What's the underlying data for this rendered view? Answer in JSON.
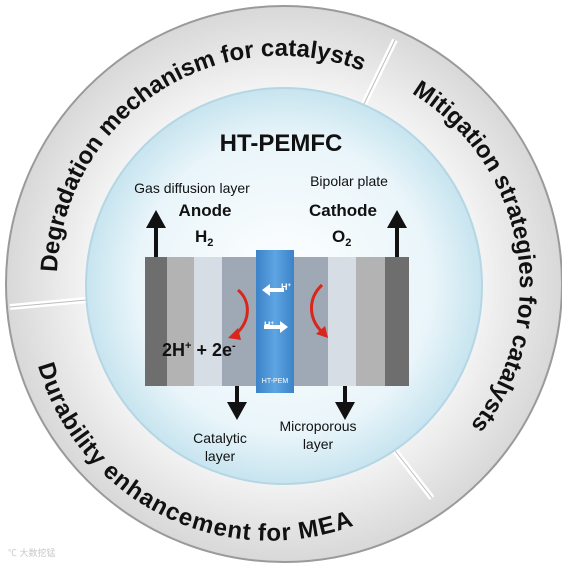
{
  "ring": {
    "top_left": "Degradation mechanism for catalysts",
    "right": "Mitigation strategies for catalysts",
    "bottom_left": "Durability enhancement for MEA"
  },
  "center": {
    "title": "HT-PEMFC",
    "gas_diffusion_layer": "Gas diffusion layer",
    "bipolar_plate": "Bipolar plate",
    "anode": "Anode",
    "cathode": "Cathode",
    "h2": "H",
    "h2_sub": "2",
    "o2": "O",
    "o2_sub": "2",
    "h_plus": "H",
    "h_plus_sup": "+",
    "membrane": "HT-PEM",
    "equation_a": "2H",
    "equation_sup_a": "+",
    "equation_b": " + 2e",
    "equation_sup_b": "-",
    "catalytic_layer_1": "Catalytic",
    "catalytic_layer_2": "layer",
    "microporous_layer_1": "Microporous",
    "microporous_layer_2": "layer"
  },
  "watermark": "℃ 大数挖锰",
  "colors": {
    "ring_fill": "#ececec",
    "inner_fill": "#dff0f7",
    "membrane": "#4a90d4",
    "arrow_red": "#d9261c"
  }
}
